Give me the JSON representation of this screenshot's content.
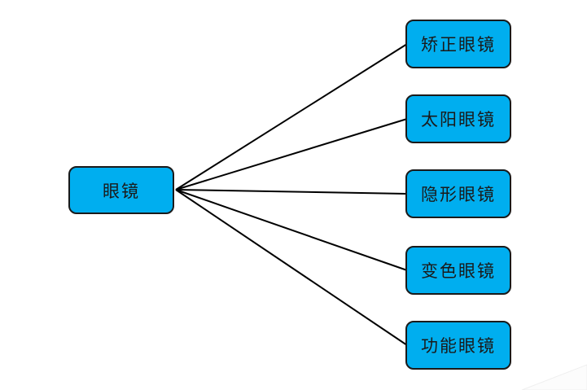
{
  "page": {
    "background_color": "#FFFFFF"
  },
  "diagram": {
    "type": "tree",
    "root": {
      "id": "glasses",
      "label": "眼镜"
    },
    "children": [
      {
        "id": "corrective",
        "label": "矫正眼镜"
      },
      {
        "id": "sunglasses",
        "label": "太阳眼镜"
      },
      {
        "id": "contact",
        "label": "隐形眼镜"
      },
      {
        "id": "photochromic",
        "label": "变色眼镜"
      },
      {
        "id": "functional",
        "label": "功能眼镜"
      }
    ],
    "edges": [
      {
        "from": "glasses",
        "to": "corrective"
      },
      {
        "from": "glasses",
        "to": "sunglasses"
      },
      {
        "from": "glasses",
        "to": "contact"
      },
      {
        "from": "glasses",
        "to": "photochromic"
      },
      {
        "from": "glasses",
        "to": "functional"
      }
    ],
    "colors": {
      "node_fill": "#00AEEF",
      "node_border": "#1A1A1A",
      "edge_line": "#000000",
      "text": "#1A1A1A"
    }
  }
}
